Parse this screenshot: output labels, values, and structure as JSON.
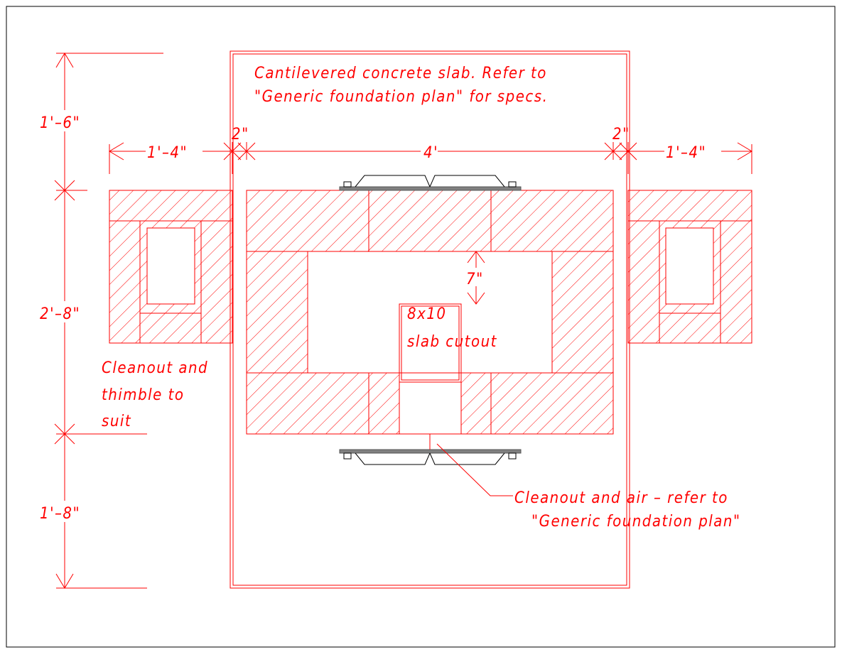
{
  "colors": {
    "line": "#ff0000",
    "frame": "#000000",
    "damper": "#000000",
    "damper_bar": "#808080",
    "background": "#ffffff"
  },
  "notes": {
    "slab_line1": "Cantilevered concrete slab. Refer to",
    "slab_line2": "\"Generic foundation plan\" for specs.",
    "thimble_line1": "Cleanout and",
    "thimble_line2": "thimble to",
    "thimble_line3": "suit",
    "cutout_line1": "8x10",
    "cutout_line2": "slab cutout",
    "air_line1": "Cleanout and air – refer to",
    "air_line2": "\"Generic foundation plan\""
  },
  "dimensions": {
    "left_wing": "1'–4\"",
    "left_gap": "2\"",
    "core_width": "4'",
    "right_gap": "2\"",
    "right_wing": "1'–4\"",
    "top_depth": "1'–6\"",
    "core_depth": "2'–8\"",
    "bottom_depth": "1'–8\"",
    "cutout_offset": "7\""
  }
}
